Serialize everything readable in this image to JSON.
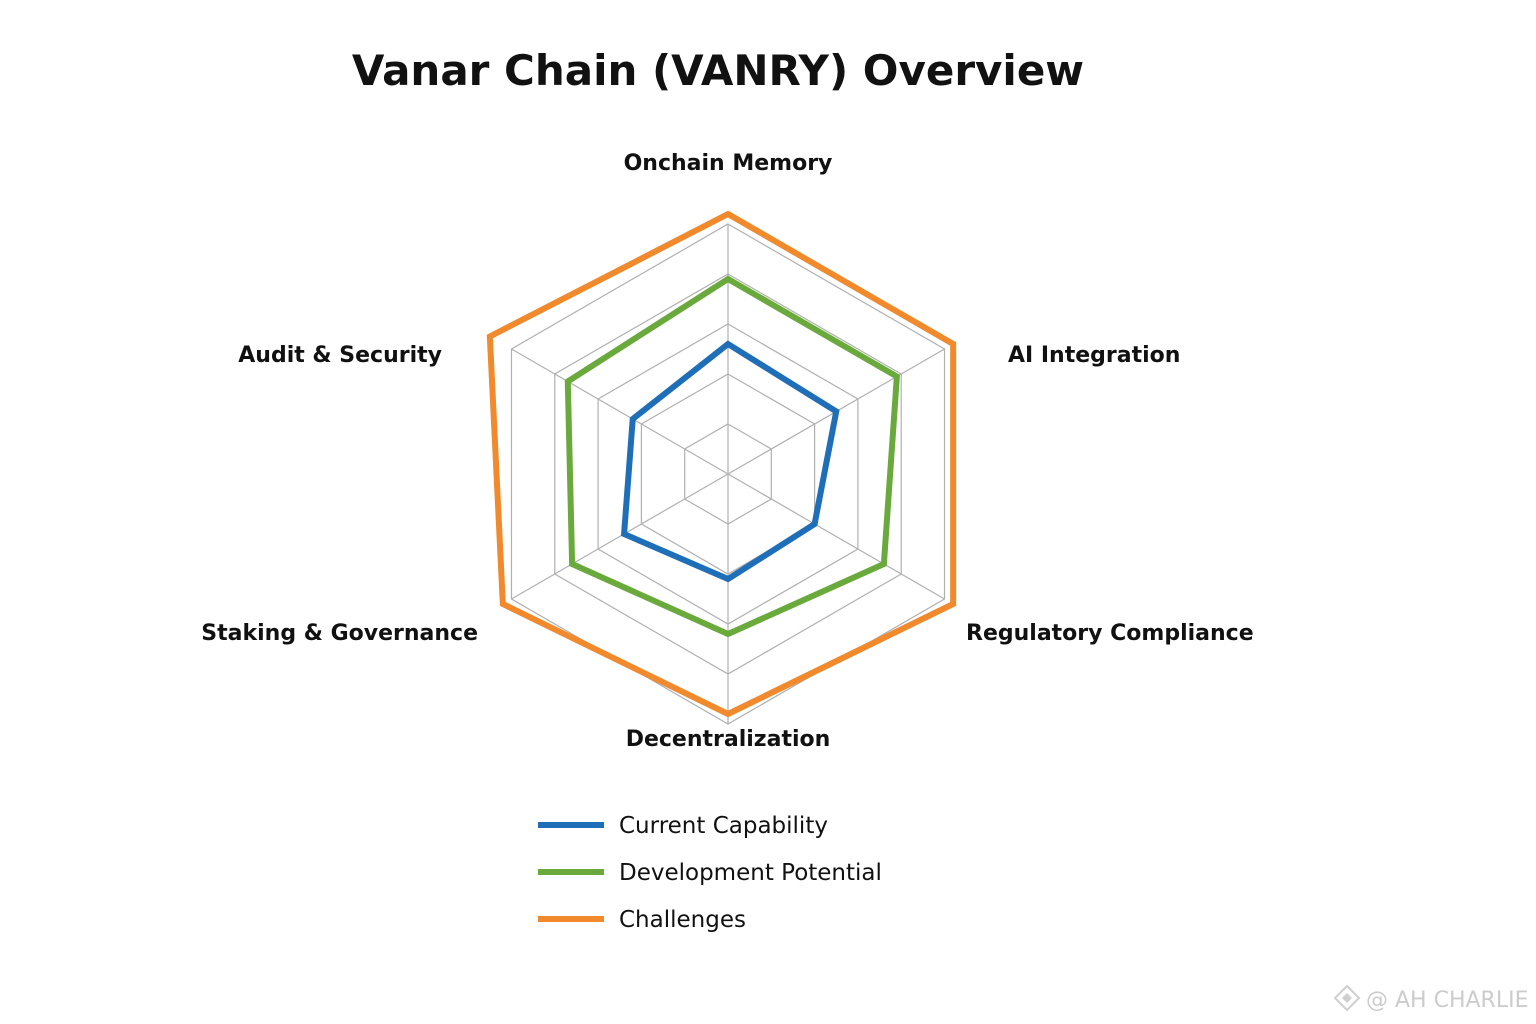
{
  "chart_data": {
    "type": "radar",
    "title": "Vanar Chain (VANRY) Overview",
    "axes": [
      "Onchain Memory",
      "AI Integration",
      "Regulatory Compliance",
      "Decentralization",
      "Staking & Governance",
      "Audit & Security"
    ],
    "rlim": [
      0,
      5
    ],
    "grid_levels": 5,
    "grid": true,
    "legend_position": "bottom",
    "series": [
      {
        "name": "Current Capability",
        "color": "#1f6fb8",
        "values": [
          2.6,
          2.5,
          2.0,
          2.1,
          2.4,
          2.2
        ]
      },
      {
        "name": "Development Potential",
        "color": "#6aaa3c",
        "values": [
          3.9,
          3.9,
          3.6,
          3.2,
          3.6,
          3.7
        ]
      },
      {
        "name": "Challenges",
        "color": "#f08a2c",
        "values": [
          5.2,
          5.2,
          5.2,
          4.8,
          5.2,
          5.5
        ]
      }
    ]
  },
  "watermark": "@ AH CHARLIE"
}
